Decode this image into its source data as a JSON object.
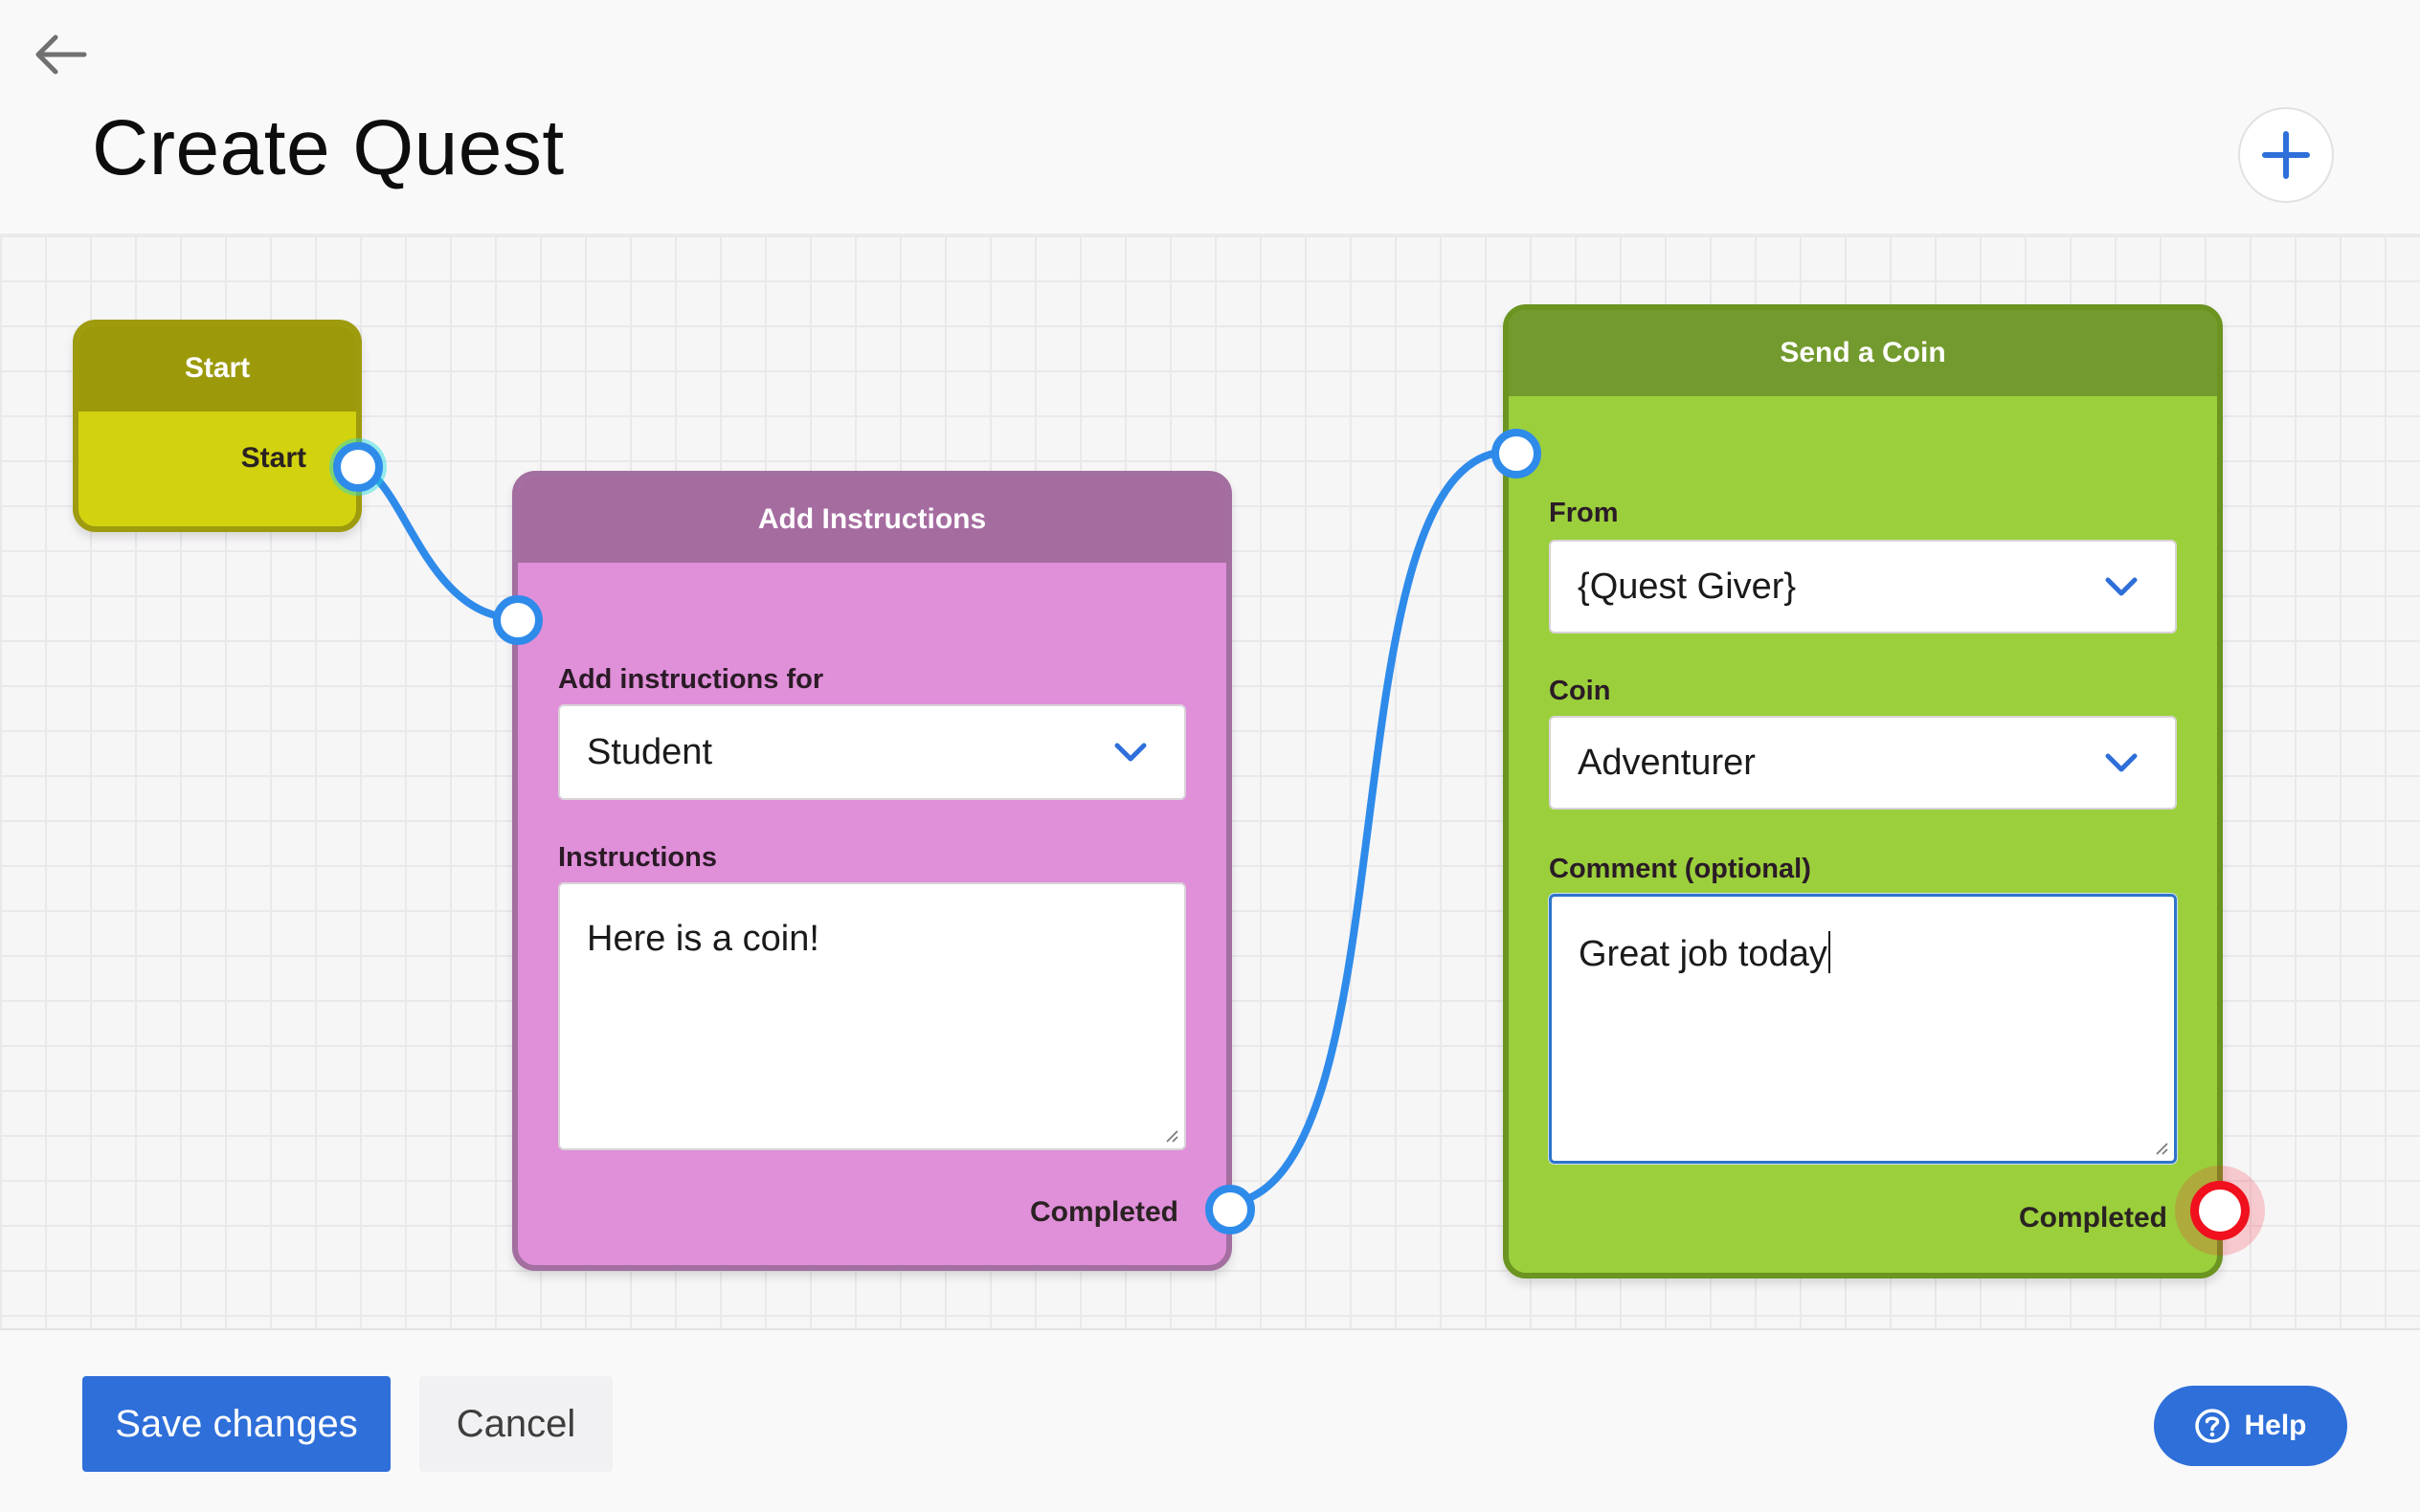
{
  "header": {
    "title": "Create Quest",
    "back_icon": "arrow-left-icon",
    "add_icon": "plus-icon"
  },
  "nodes": {
    "start": {
      "title": "Start",
      "output_label": "Start"
    },
    "instructions": {
      "title": "Add Instructions",
      "for_label": "Add instructions for",
      "for_value": "Student",
      "instructions_label": "Instructions",
      "instructions_value": "Here is a coin!",
      "output_label": "Completed"
    },
    "coin": {
      "title": "Send a Coin",
      "from_label": "From",
      "from_value": "{Quest Giver}",
      "coin_label": "Coin",
      "coin_value": "Adventurer",
      "comment_label": "Comment (optional)",
      "comment_value": "Great job today",
      "output_label": "Completed"
    }
  },
  "footer": {
    "save_label": "Save changes",
    "cancel_label": "Cancel",
    "help_label": "Help",
    "help_icon": "question-circle-icon"
  },
  "colors": {
    "accent": "#2e6fd9",
    "wire": "#2f8bea",
    "start_node": "#d2d20f",
    "instructions_node": "#e08fd9",
    "coin_node": "#9bcf3c",
    "active_port": "#f0101e"
  }
}
